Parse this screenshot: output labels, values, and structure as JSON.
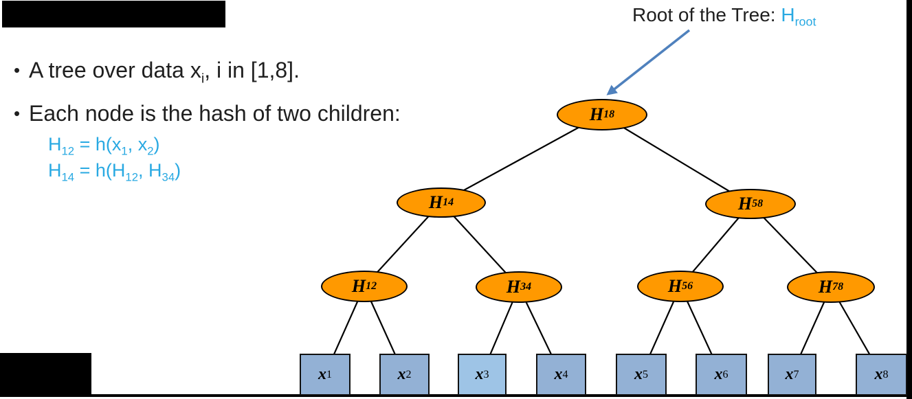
{
  "bullets": {
    "glyph": "•",
    "items": [
      {
        "pre": "A tree over data x",
        "sub": "i",
        "post": ", i in [1,8]."
      },
      {
        "pre": "Each node is the hash of two children:",
        "sub": "",
        "post": ""
      }
    ]
  },
  "formulas": [
    {
      "p0": "H",
      "s0": "12",
      "p1": " = h(x",
      "s1": "1",
      "p2": ", x",
      "s2": "2",
      "p3": ")"
    },
    {
      "p0": "H",
      "s0": "14",
      "p1": " = h(H",
      "s1": "12",
      "p2": ", H",
      "s2": "34",
      "p3": ")"
    }
  ],
  "annotation": {
    "prefix": "Root of the Tree: ",
    "hash_base": "H",
    "hash_sub": "root"
  },
  "tree": {
    "internal_nodes": [
      {
        "base": "H",
        "sub": "18"
      },
      {
        "base": "H",
        "sub": "14"
      },
      {
        "base": "H",
        "sub": "58"
      },
      {
        "base": "H",
        "sub": "12"
      },
      {
        "base": "H",
        "sub": "34"
      },
      {
        "base": "H",
        "sub": "56"
      },
      {
        "base": "H",
        "sub": "78"
      }
    ],
    "leaves": [
      {
        "base": "x",
        "sub": "1"
      },
      {
        "base": "x",
        "sub": "2"
      },
      {
        "base": "x",
        "sub": "3"
      },
      {
        "base": "x",
        "sub": "4"
      },
      {
        "base": "x",
        "sub": "5"
      },
      {
        "base": "x",
        "sub": "6"
      },
      {
        "base": "x",
        "sub": "7"
      },
      {
        "base": "x",
        "sub": "8"
      }
    ]
  },
  "colors": {
    "node_fill": "#FF9900",
    "node_border": "#000000",
    "leaf_fill": "#93B1D5",
    "leaf_fill_light": "#9EC4E6",
    "formula_blue": "#29A9E2",
    "arrow_blue": "#4F81BD",
    "body_text": "#1F1F1F"
  }
}
